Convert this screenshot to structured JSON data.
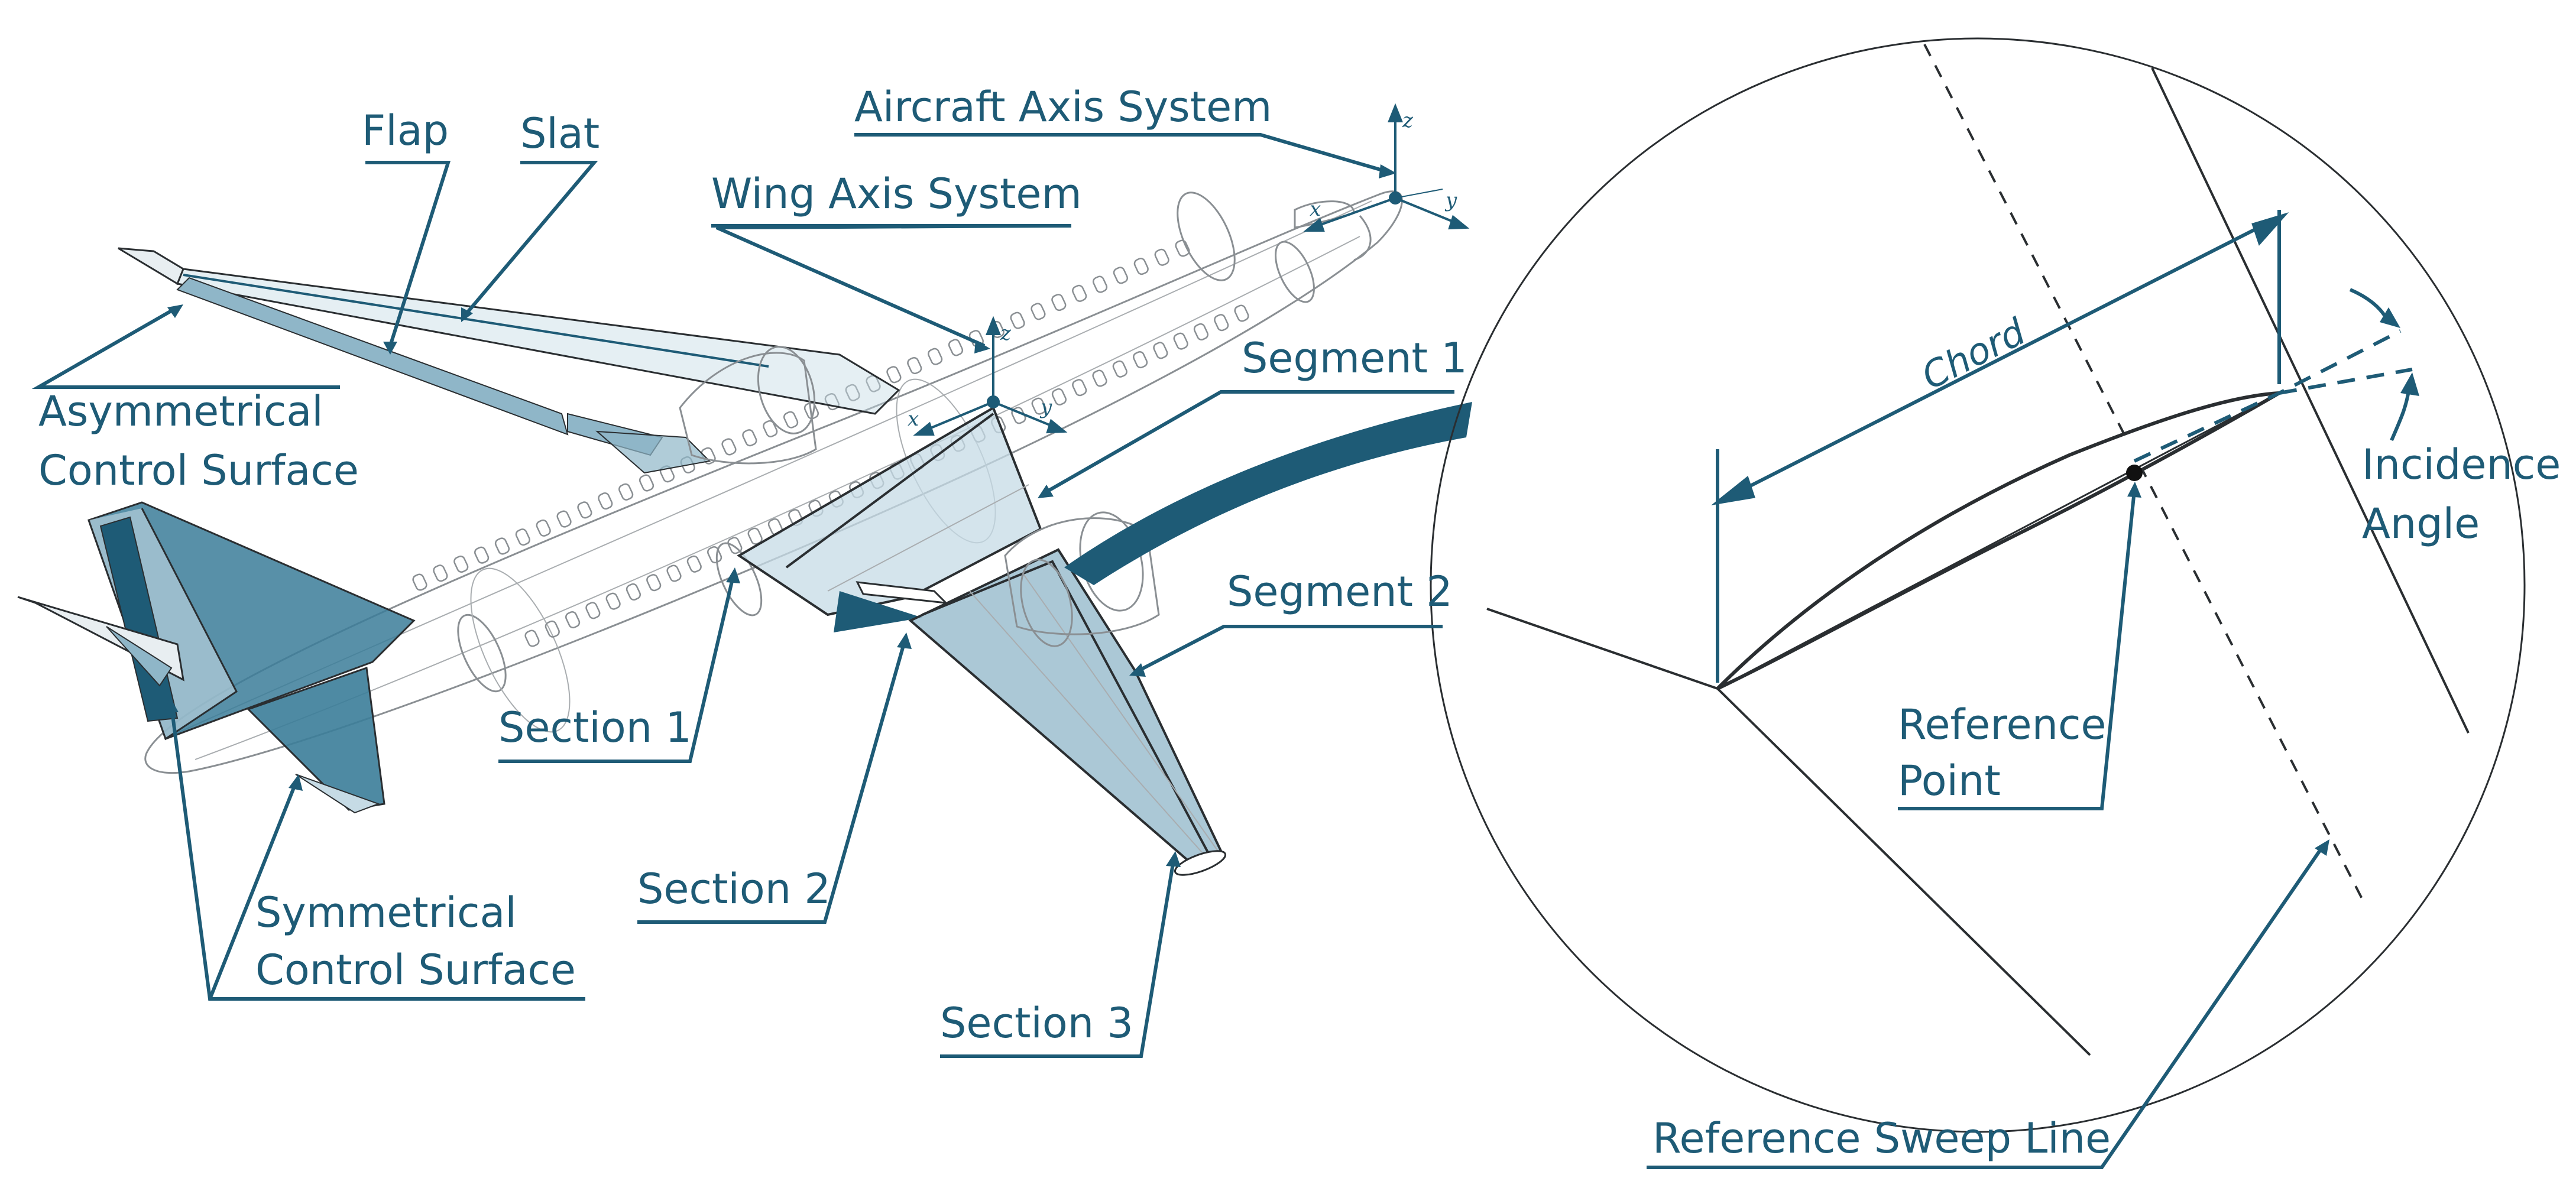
{
  "labels": {
    "flap": "Flap",
    "slat": "Slat",
    "aircraft_axis": "Aircraft Axis System",
    "wing_axis": "Wing Axis System",
    "asym_line1": "Asymmetrical",
    "asym_line2": "Control Surface",
    "segment1": "Segment 1",
    "segment2": "Segment 2",
    "section1": "Section 1",
    "section2": "Section 2",
    "section3": "Section 3",
    "sym_line1": "Symmetrical",
    "sym_line2": "Control Surface",
    "chord": "Chord",
    "incidence_line1": "Incidence",
    "incidence_line2": "Angle",
    "refpoint_line1": "Reference",
    "refpoint_line2": "Point",
    "sweep_line": "Reference Sweep Line"
  },
  "axes": {
    "aircraft": {
      "x": "x",
      "y": "y",
      "z": "z"
    },
    "wing": {
      "x": "x",
      "y": "y",
      "z": "z"
    }
  },
  "colors": {
    "accent": "#1e5b76",
    "fill_light": "#c6dbe5",
    "fill_mid": "#8fb6c8",
    "fill_dark": "#3b7d99",
    "wire": "#8a8f93",
    "ink": "#2a2e31"
  }
}
